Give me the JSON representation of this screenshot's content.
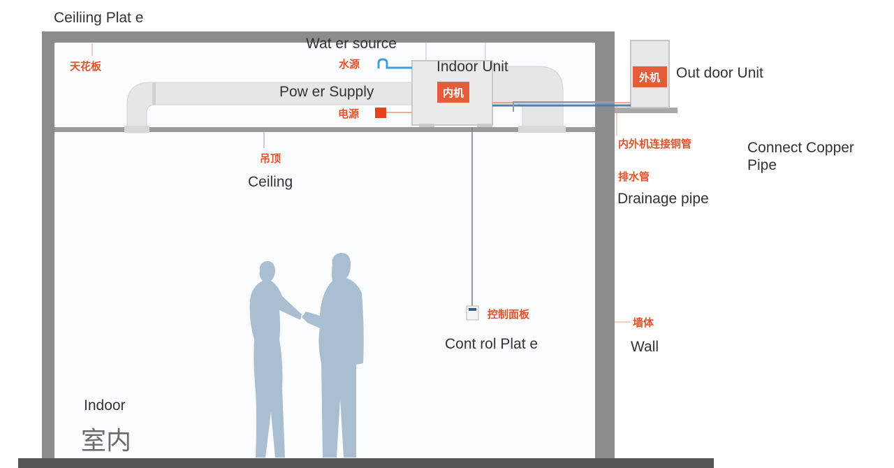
{
  "labels": {
    "ceiling_plate_en": "Ceiliing Plat e",
    "ceiling_plate_cn": "天花板",
    "water_source_en": "Wat er source",
    "water_source_cn": "水源",
    "indoor_unit_en": "Indoor Unit",
    "indoor_unit_cn": "内机",
    "power_supply_en": "Pow er Supply",
    "power_supply_cn": "电源",
    "outdoor_unit_en": "Out door Unit",
    "outdoor_unit_cn": "外机",
    "copper_pipe_en_line1": "Connect Copper",
    "copper_pipe_en_line2": "Pipe",
    "copper_pipe_cn": "内外机连接铜管",
    "drainage_pipe_en": "Drainage pipe",
    "drainage_pipe_cn": "排水管",
    "ceiling_en": "Ceiling",
    "ceiling_cn": "吊顶",
    "control_plate_en": "Cont rol Plat e",
    "control_plate_cn": "控制面板",
    "wall_en": "Wall",
    "wall_cn": "墙体",
    "indoor_en": "Indoor",
    "indoor_cn": "室内"
  },
  "colors": {
    "wall": "#8c8c8c",
    "floor": "#555555",
    "duct": "#e6e6e6",
    "unit": "#ebebeb",
    "people": "#a9bed0",
    "label_cn": "#e2532a",
    "label_en": "#333333",
    "water_pipe": "#3fa2d6",
    "power_box": "#e2441f",
    "unit_label_bg": "#e45d3a"
  }
}
